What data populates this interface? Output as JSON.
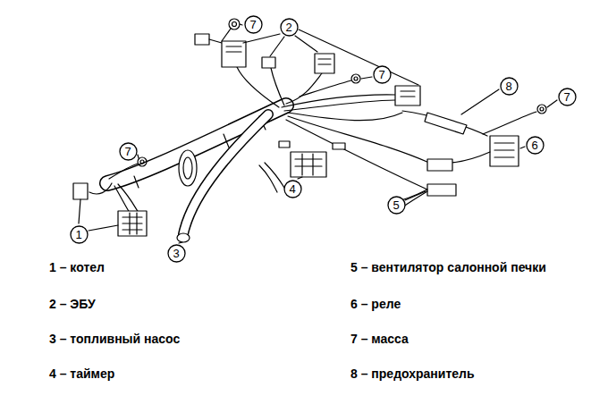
{
  "diagram": {
    "nodes": [
      {
        "text": [
          "7"
        ]
      },
      {
        "text": [
          "2"
        ]
      },
      {
        "text": [
          "7"
        ]
      },
      {
        "text": [
          "8"
        ]
      },
      {
        "text": [
          "7"
        ]
      },
      {
        "text": [
          "6"
        ]
      },
      {
        "text": [
          "7"
        ]
      },
      {
        "text": [
          "4"
        ]
      },
      {
        "text": [
          "5"
        ]
      },
      {
        "text": [
          "1"
        ]
      },
      {
        "text": [
          "3"
        ]
      }
    ],
    "labels": [
      "1 – котел",
      "2 – ЭБУ",
      "3 – топливный насос",
      "4 – таймер",
      "5 – вентилятор салонной печки",
      "6 – реле",
      "7 –  масса",
      "8 – предохранитель"
    ]
  }
}
